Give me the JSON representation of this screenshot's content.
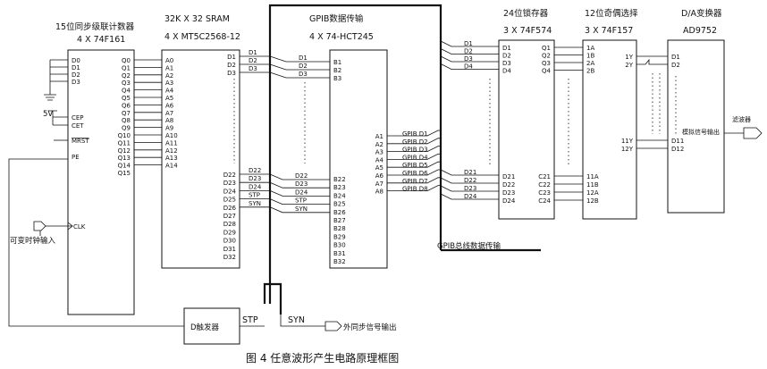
{
  "caption": "图 4   任意波形产生电路原理框图",
  "counter": {
    "title": "15位同步级联计数器",
    "part": "4 X 74F161",
    "inputs": [
      "D0",
      "D1",
      "D2",
      "D3"
    ],
    "ctrl": [
      "CEP",
      "CET",
      "MRST",
      "PE"
    ],
    "clk": "CLK",
    "outputs": [
      "Q0",
      "Q1",
      "Q2",
      "Q3",
      "Q4",
      "Q5",
      "Q6",
      "Q7",
      "Q8",
      "Q9",
      "Q10",
      "Q11",
      "Q12",
      "Q13",
      "Q14",
      "Q15"
    ],
    "vcc": "5V"
  },
  "clock_input": "可变时钟输入",
  "sram": {
    "title": "32K X 32 SRAM",
    "part": "4 X MT5C2568-12",
    "addr": [
      "A0",
      "A1",
      "A2",
      "A3",
      "A4",
      "A5",
      "A6",
      "A7",
      "A8",
      "A9",
      "A10",
      "A11",
      "A12",
      "A13",
      "A14"
    ],
    "data_top": [
      "D1",
      "D2",
      "D3"
    ],
    "data_bottom": [
      "D22",
      "D23",
      "D24",
      "D25",
      "D26",
      "D27",
      "D28",
      "D29",
      "D30",
      "D31",
      "D32"
    ],
    "stp_syn": [
      "STP",
      "SYN"
    ]
  },
  "gpib": {
    "title": "GPIB数据传输",
    "part": "4 X 74-HCT245",
    "b_top": [
      "B1",
      "B2",
      "B3"
    ],
    "b_bottom": [
      "B22",
      "B23",
      "B24",
      "B25",
      "B26",
      "B27",
      "B28",
      "B29",
      "B30",
      "B31",
      "B32"
    ],
    "a_pins": [
      "A1",
      "A2",
      "A3",
      "A4",
      "A5",
      "A6",
      "A7",
      "A8"
    ],
    "gpib_lines": [
      "GPIB D1",
      "GPIB D2",
      "GPIB D3",
      "GPIB D4",
      "GPIB D5",
      "GPIB D6",
      "GPIB D7",
      "GPIB D8"
    ],
    "bus_wire_top": [
      "D1",
      "D2",
      "D3"
    ],
    "bus_wire_bottom": [
      "D22",
      "D23",
      "D24",
      "STP",
      "SYN"
    ]
  },
  "gpib_bus_label": "GPIB总线数据传输",
  "latch": {
    "title": "24位锁存器",
    "part": "3 X 74F574",
    "d_top": [
      "D1",
      "D2",
      "D3",
      "D4"
    ],
    "d_bottom": [
      "D21",
      "D22",
      "D23",
      "D24"
    ],
    "q_top": [
      "Q1",
      "Q2",
      "Q3",
      "Q4"
    ],
    "c_bottom": [
      "C21",
      "C22",
      "C23",
      "C24"
    ],
    "wire_top": [
      "D1",
      "D2",
      "D3",
      "D4"
    ],
    "wire_bottom": [
      "D21",
      "D22",
      "D23",
      "D24"
    ]
  },
  "selector": {
    "title": "12位奇偶选择",
    "part": "3 X 74F157",
    "in_top": [
      "1A",
      "1B",
      "2A",
      "2B"
    ],
    "in_bottom": [
      "11A",
      "11B",
      "12A",
      "12B"
    ],
    "out_top": [
      "1Y",
      "2Y"
    ],
    "out_bottom": [
      "11Y",
      "12Y"
    ]
  },
  "dac": {
    "title": "D/A变换器",
    "part": "AD9752",
    "in_top": [
      "D1",
      "D2"
    ],
    "in_bottom": [
      "D11",
      "D12"
    ],
    "out_label": "模拟信号输出"
  },
  "filter_label": "滤波器",
  "dff": {
    "label": "D触发器",
    "stp": "STP",
    "syn": "SYN"
  },
  "sync_out": "外同步信号输出"
}
